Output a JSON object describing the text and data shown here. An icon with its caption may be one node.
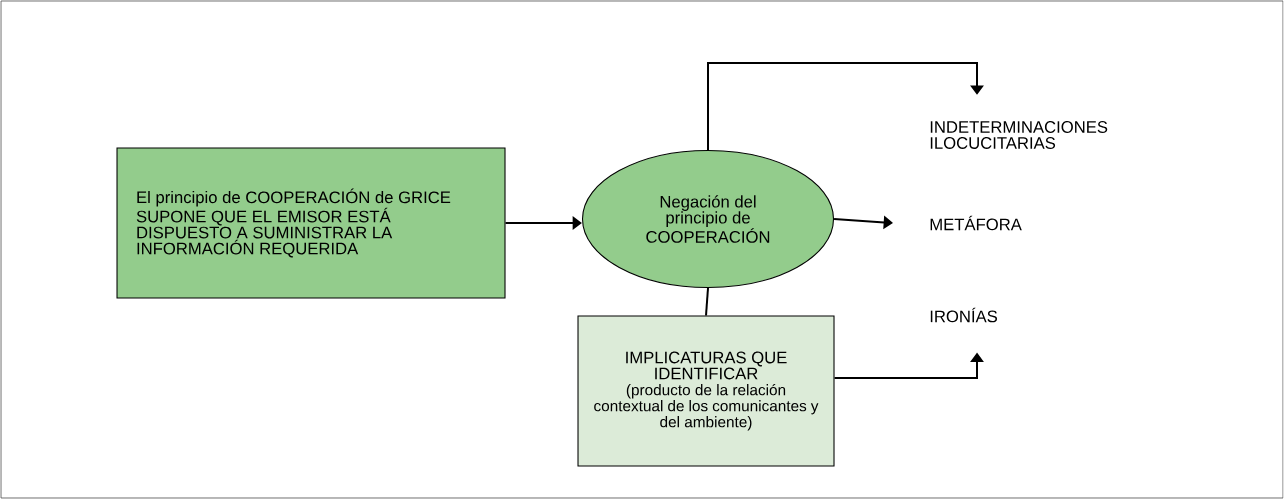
{
  "diagram": {
    "nodes": [
      {
        "text": [
          "El principio de COOPERACIÓN de GRICE SUPONE QUE EL EMISOR ESTÁ DISPUESTO A SUMINISTRAR LA INFORMACIÓN REQUERIDA"
        ]
      },
      {
        "text": [
          "Negación del principio de COOPERACIÓN"
        ]
      },
      {
        "text": [
          "IMPLICATURAS QUE IDENTIFICAR",
          "(producto de la relación contextual de los comunicantes y del ambiente)"
        ]
      },
      {
        "text": [
          "INDETERMINACIONES ILOCUCITARIAS"
        ]
      },
      {
        "text": [
          "METÁFORA"
        ]
      },
      {
        "text": [
          "IRONÍAS"
        ]
      }
    ],
    "edges": [
      {
        "from": 0,
        "to": 1,
        "arrow": "to"
      },
      {
        "from": 1,
        "to": 3,
        "arrow": "to"
      },
      {
        "from": 1,
        "to": 4,
        "arrow": "to"
      },
      {
        "from": 1,
        "to": 2,
        "arrow": "none"
      },
      {
        "from": 2,
        "to": 5,
        "arrow": "to"
      }
    ]
  }
}
